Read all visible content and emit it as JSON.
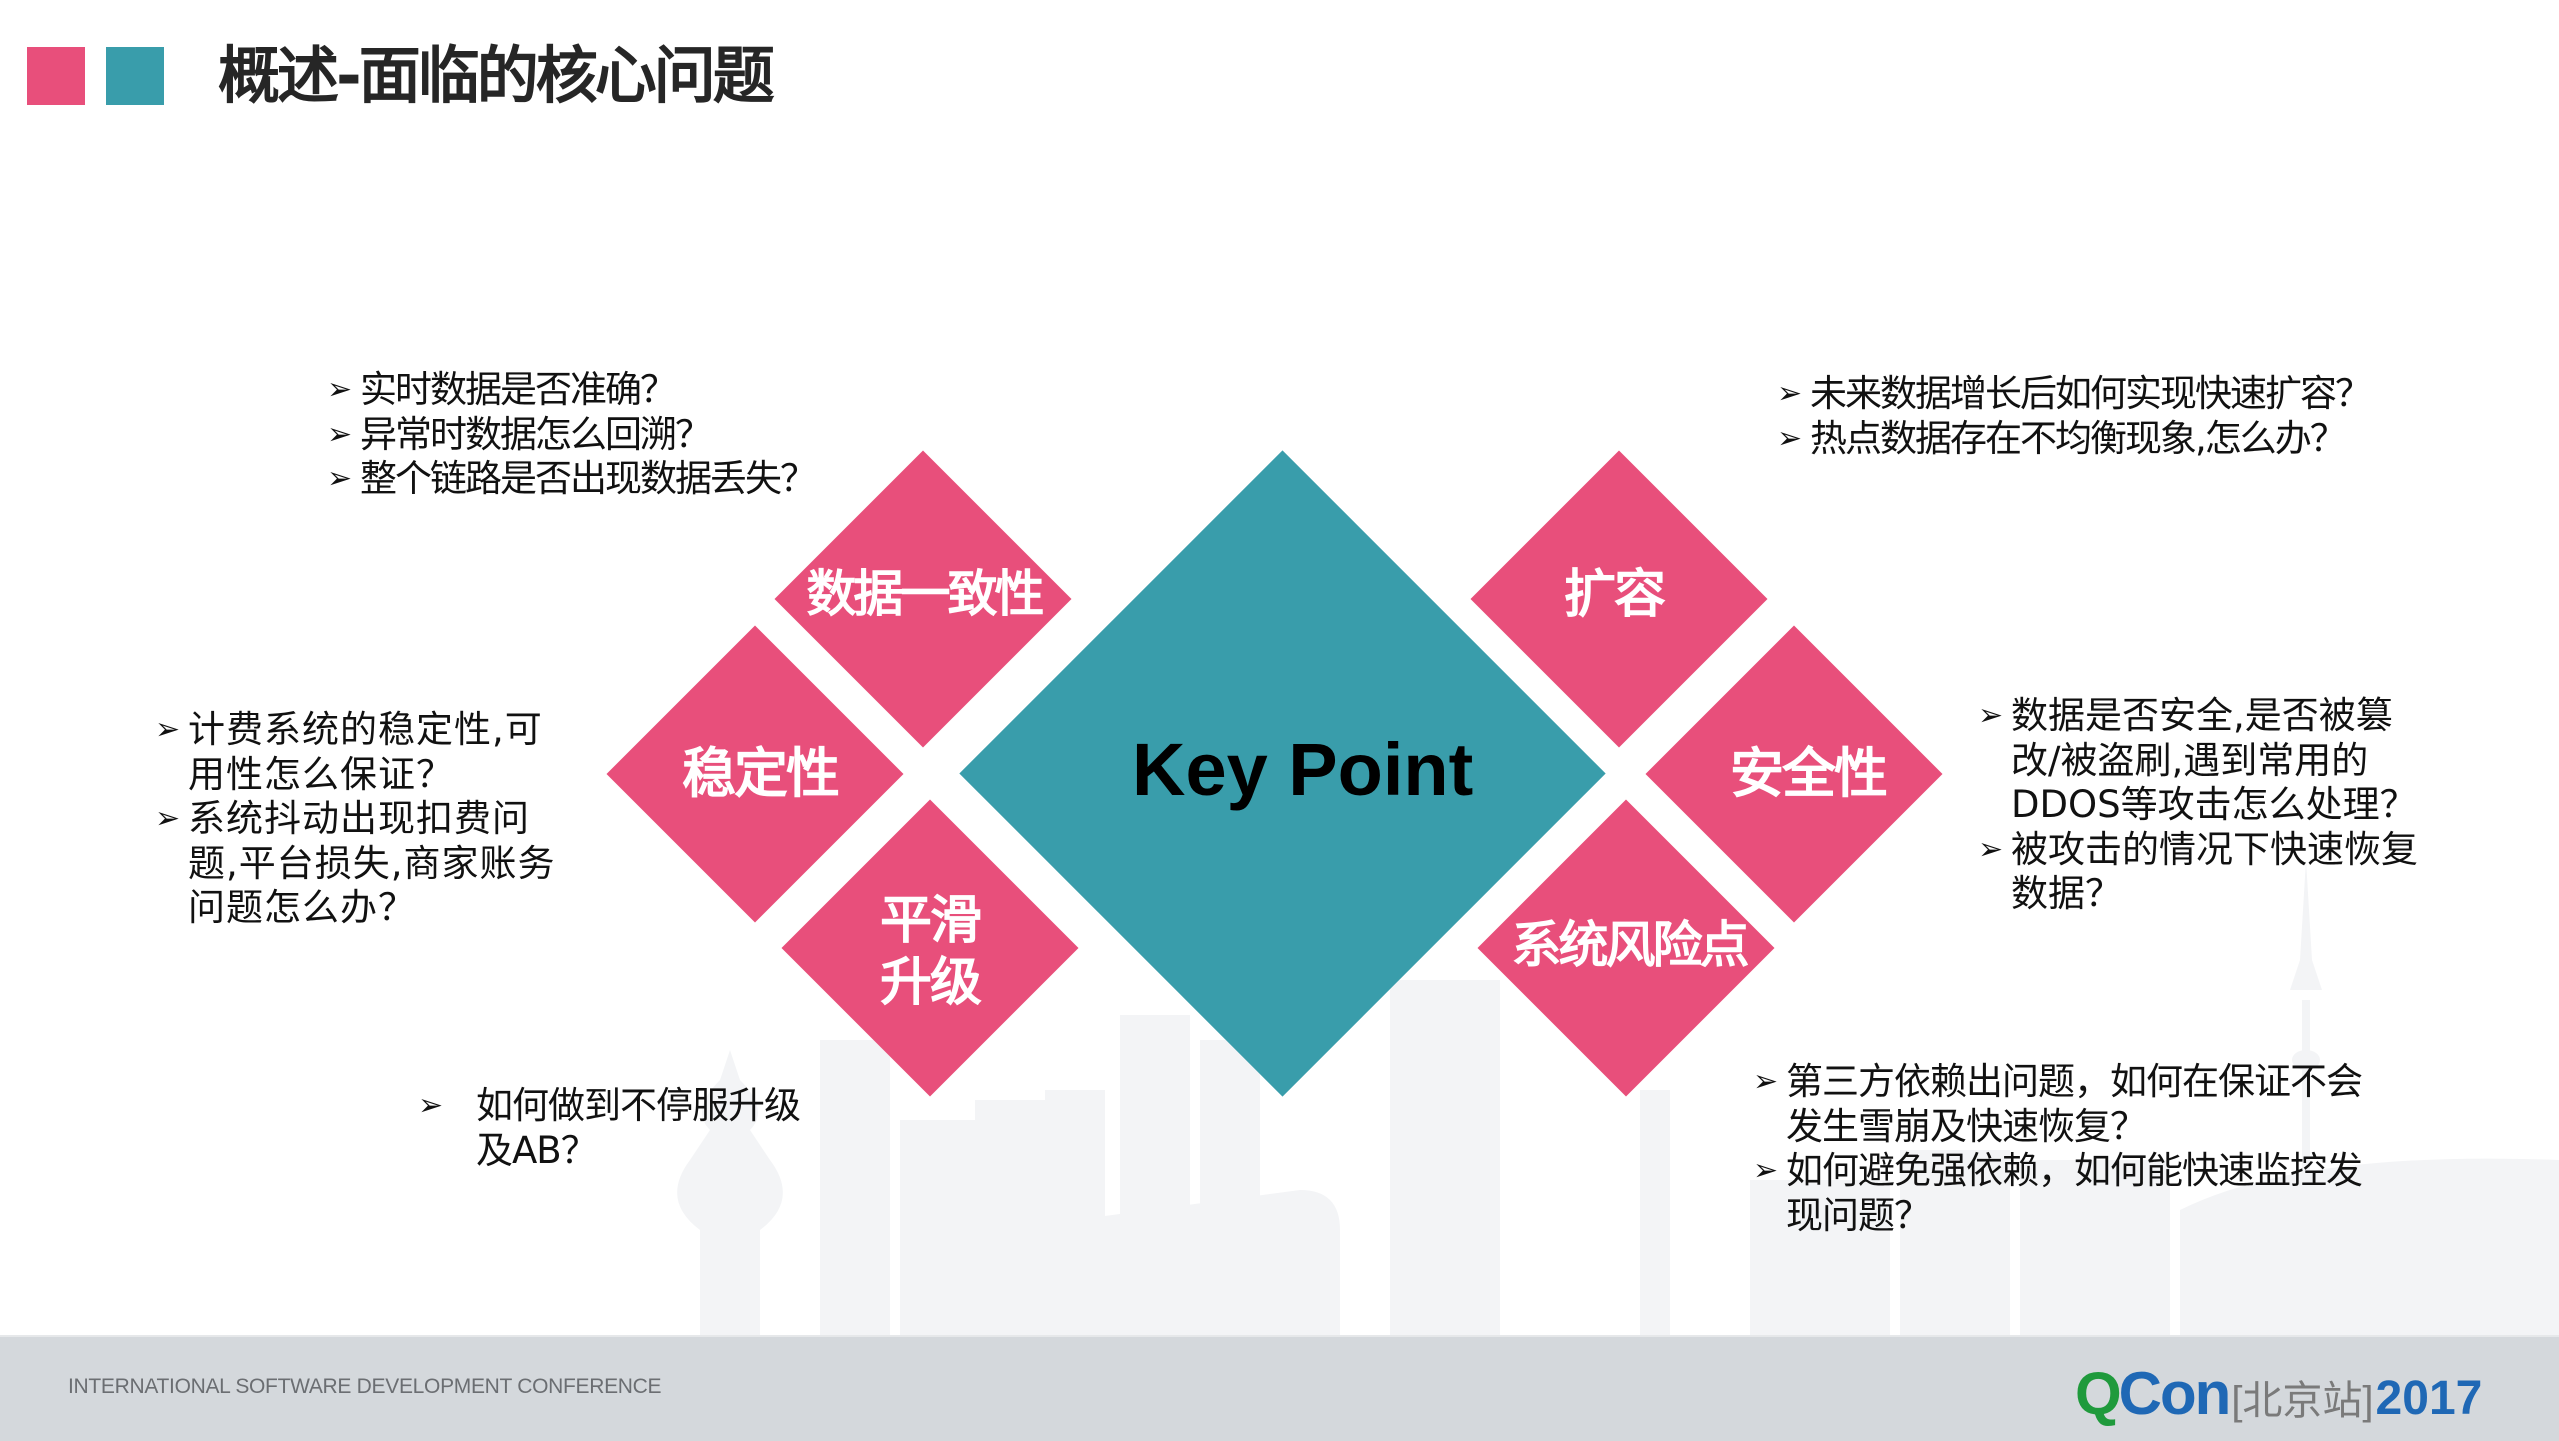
{
  "header": {
    "title": "概述-面临的核心问题",
    "accent_colors": [
      "#e84f7b",
      "#399dab"
    ]
  },
  "diagram": {
    "center": {
      "label": "Key Point",
      "color": "#399dab"
    },
    "nodes": [
      {
        "id": "consistency",
        "label": "数据一致性",
        "color": "#e84f7b"
      },
      {
        "id": "stability",
        "label": "稳定性",
        "color": "#e84f7b"
      },
      {
        "id": "smooth-upgrade",
        "label_line1": "平滑",
        "label_line2": "升级",
        "color": "#e84f7b"
      },
      {
        "id": "scaling",
        "label": "扩容",
        "color": "#e84f7b"
      },
      {
        "id": "security",
        "label": "安全性",
        "color": "#e84f7b"
      },
      {
        "id": "system-risk",
        "label": "系统风险点",
        "color": "#e84f7b"
      }
    ]
  },
  "notes": {
    "consistency": [
      "实时数据是否准确？",
      "异常时数据怎么回溯？",
      "整个链路是否出现数据丢失？"
    ],
    "stability": [
      {
        "line1": "计费系统的稳定性,可",
        "line2": "用性怎么保证？"
      },
      {
        "line1": "系统抖动出现扣费问",
        "line2": "题,平台损失,商家账务",
        "line3": "问题怎么办？"
      }
    ],
    "smooth_upgrade": [
      {
        "line1": "如何做到不停服升级",
        "line2": "及AB？"
      }
    ],
    "scaling": [
      "未来数据增长后如何实现快速扩容？",
      "热点数据存在不均衡现象,怎么办？"
    ],
    "security": [
      {
        "line1": "数据是否安全,是否被篡",
        "line2": "改/被盗刷,遇到常用的",
        "line3": "DDOS等攻击怎么处理？"
      },
      {
        "line1": "被攻击的情况下快速恢复",
        "line2": "数据？"
      }
    ],
    "system_risk": [
      {
        "line1": "第三方依赖出问题，如何在保证不会",
        "line2": "发生雪崩及快速恢复？"
      },
      {
        "line1": "如何避免强依赖，如何能快速监控发",
        "line2": "现问题？"
      }
    ],
    "bullet_glyph": "➢"
  },
  "footer": {
    "conference": "INTERNATIONAL SOFTWARE DEVELOPMENT CONFERENCE",
    "logo_q": "Q",
    "logo_con": "Con",
    "logo_city": "[北京站]",
    "logo_year": "2017"
  }
}
